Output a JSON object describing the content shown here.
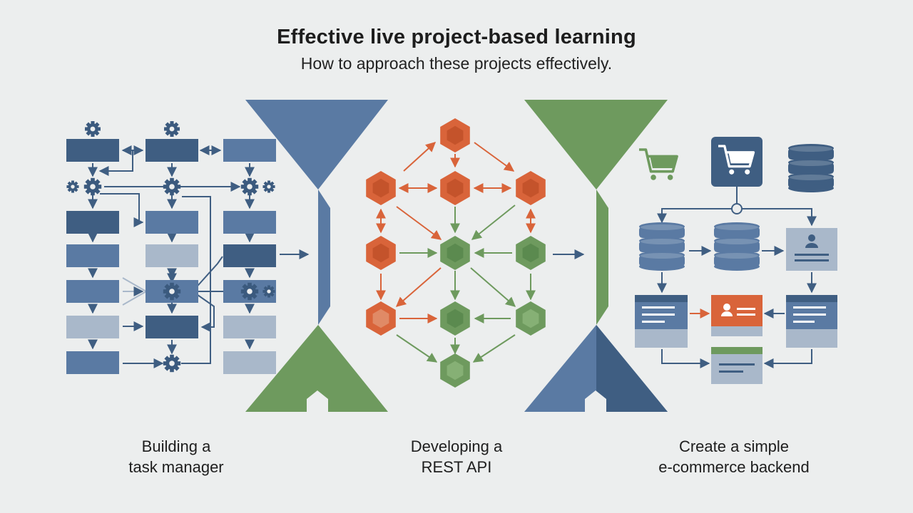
{
  "header": {
    "title": "Effective live project-based learning",
    "subtitle": "How to approach these projects effectively."
  },
  "projects": [
    {
      "line1": "Building a",
      "line2": "task manager"
    },
    {
      "line1": "Developing a",
      "line2": "REST API"
    },
    {
      "line1": "Create a simple",
      "line2": "e-commerce backend"
    }
  ],
  "icons": {
    "panel1": [
      "gear-icon",
      "process-box"
    ],
    "panel2": [
      "hexagon-node"
    ],
    "panel3": [
      "shopping-cart-icon",
      "database-icon",
      "user-card-icon",
      "document-icon"
    ],
    "funnels": [
      "funnel-blue",
      "funnel-green"
    ]
  },
  "colors": {
    "blue_dark": "#3f5e82",
    "blue_mid": "#5a7aa3",
    "blue_light": "#8ea4bf",
    "blue_pale": "#a9b8ca",
    "orange": "#d9643a",
    "orange_dark": "#c4532b",
    "green": "#6e9a5e",
    "green_dark": "#5b8a4f",
    "gear": "#3b5a7e"
  }
}
